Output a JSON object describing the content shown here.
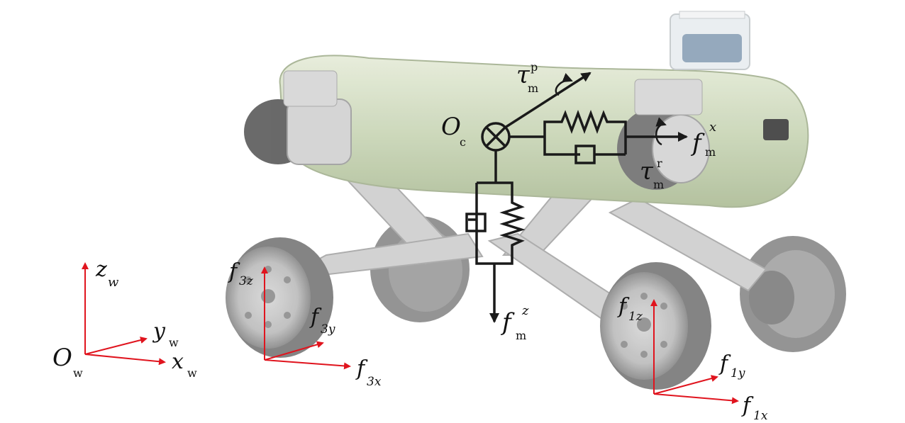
{
  "world_frame": {
    "origin": "O",
    "origin_sub": "w",
    "x": "x",
    "x_sub": "w",
    "y": "y",
    "y_sub": "w",
    "z": "z",
    "z_sub": "w"
  },
  "body_frame": {
    "origin": "O",
    "origin_sub": "c"
  },
  "body_forces": {
    "fm_x": "f",
    "fm_x_sub": "m",
    "fm_x_sup": "x",
    "fm_z": "f",
    "fm_z_sub": "m",
    "fm_z_sup": "z",
    "tau_p": "τ",
    "tau_p_sub": "m",
    "tau_p_sup": "p",
    "tau_r": "τ",
    "tau_r_sub": "m",
    "tau_r_sup": "r"
  },
  "wheel3_forces": {
    "fx": "f",
    "fx_sub": "3x",
    "fy": "f",
    "fy_sub": "3y",
    "fz": "f",
    "fz_sub": "3z"
  },
  "wheel1_forces": {
    "fx": "f",
    "fx_sub": "1x",
    "fy": "f",
    "fy_sub": "1y",
    "fz": "f",
    "fz_sub": "1z"
  },
  "colors": {
    "force_arrow": "#e0141e",
    "mechanism": "#1a1a1a",
    "robot_body": "#cdd9bd",
    "robot_metal": "#c9c9c9",
    "wheel": "#8e8e8e"
  }
}
